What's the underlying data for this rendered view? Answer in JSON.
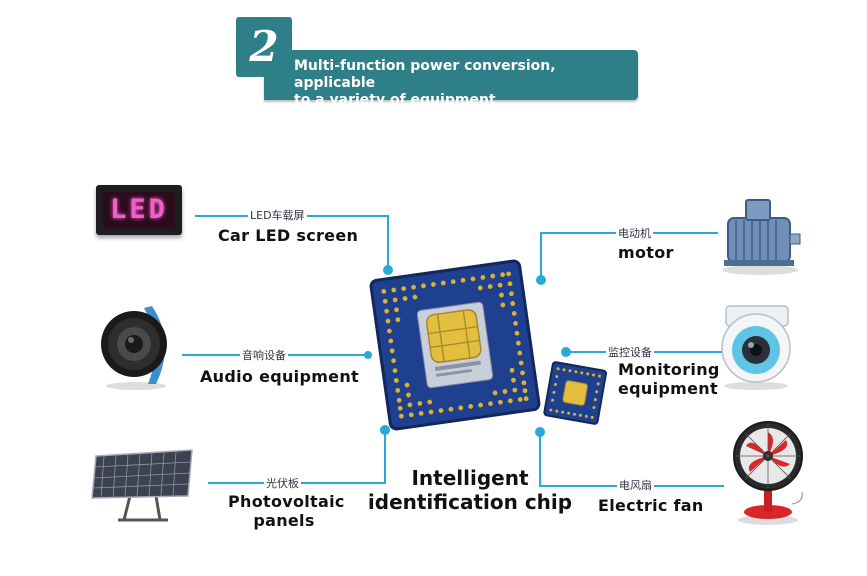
{
  "header": {
    "step_number": "2",
    "title_line1": "Multi-function power conversion, applicable",
    "title_line2": "to a variety of equipment"
  },
  "center": {
    "label_line1": "Intelligent",
    "label_line2": "identification chip"
  },
  "items": [
    {
      "cn": "LED车载屏",
      "en_line1": "Car LED screen",
      "en_line2": ""
    },
    {
      "cn": "音响设备",
      "en_line1": "Audio equipment",
      "en_line2": ""
    },
    {
      "cn": "光伏板",
      "en_line1": "Photovoltaic",
      "en_line2": "panels"
    },
    {
      "cn": "电动机",
      "en_line1": "motor",
      "en_line2": ""
    },
    {
      "cn": "监控设备",
      "en_line1": "Monitoring",
      "en_line2": "equipment"
    },
    {
      "cn": "电风扇",
      "en_line1": "Electric fan",
      "en_line2": ""
    }
  ],
  "led_sign_text": "LED",
  "colors": {
    "teal": "#2e7f88",
    "connector": "#29a9d6",
    "chip_blue": "#1f3f8f",
    "chip_gold": "#d9b233"
  }
}
